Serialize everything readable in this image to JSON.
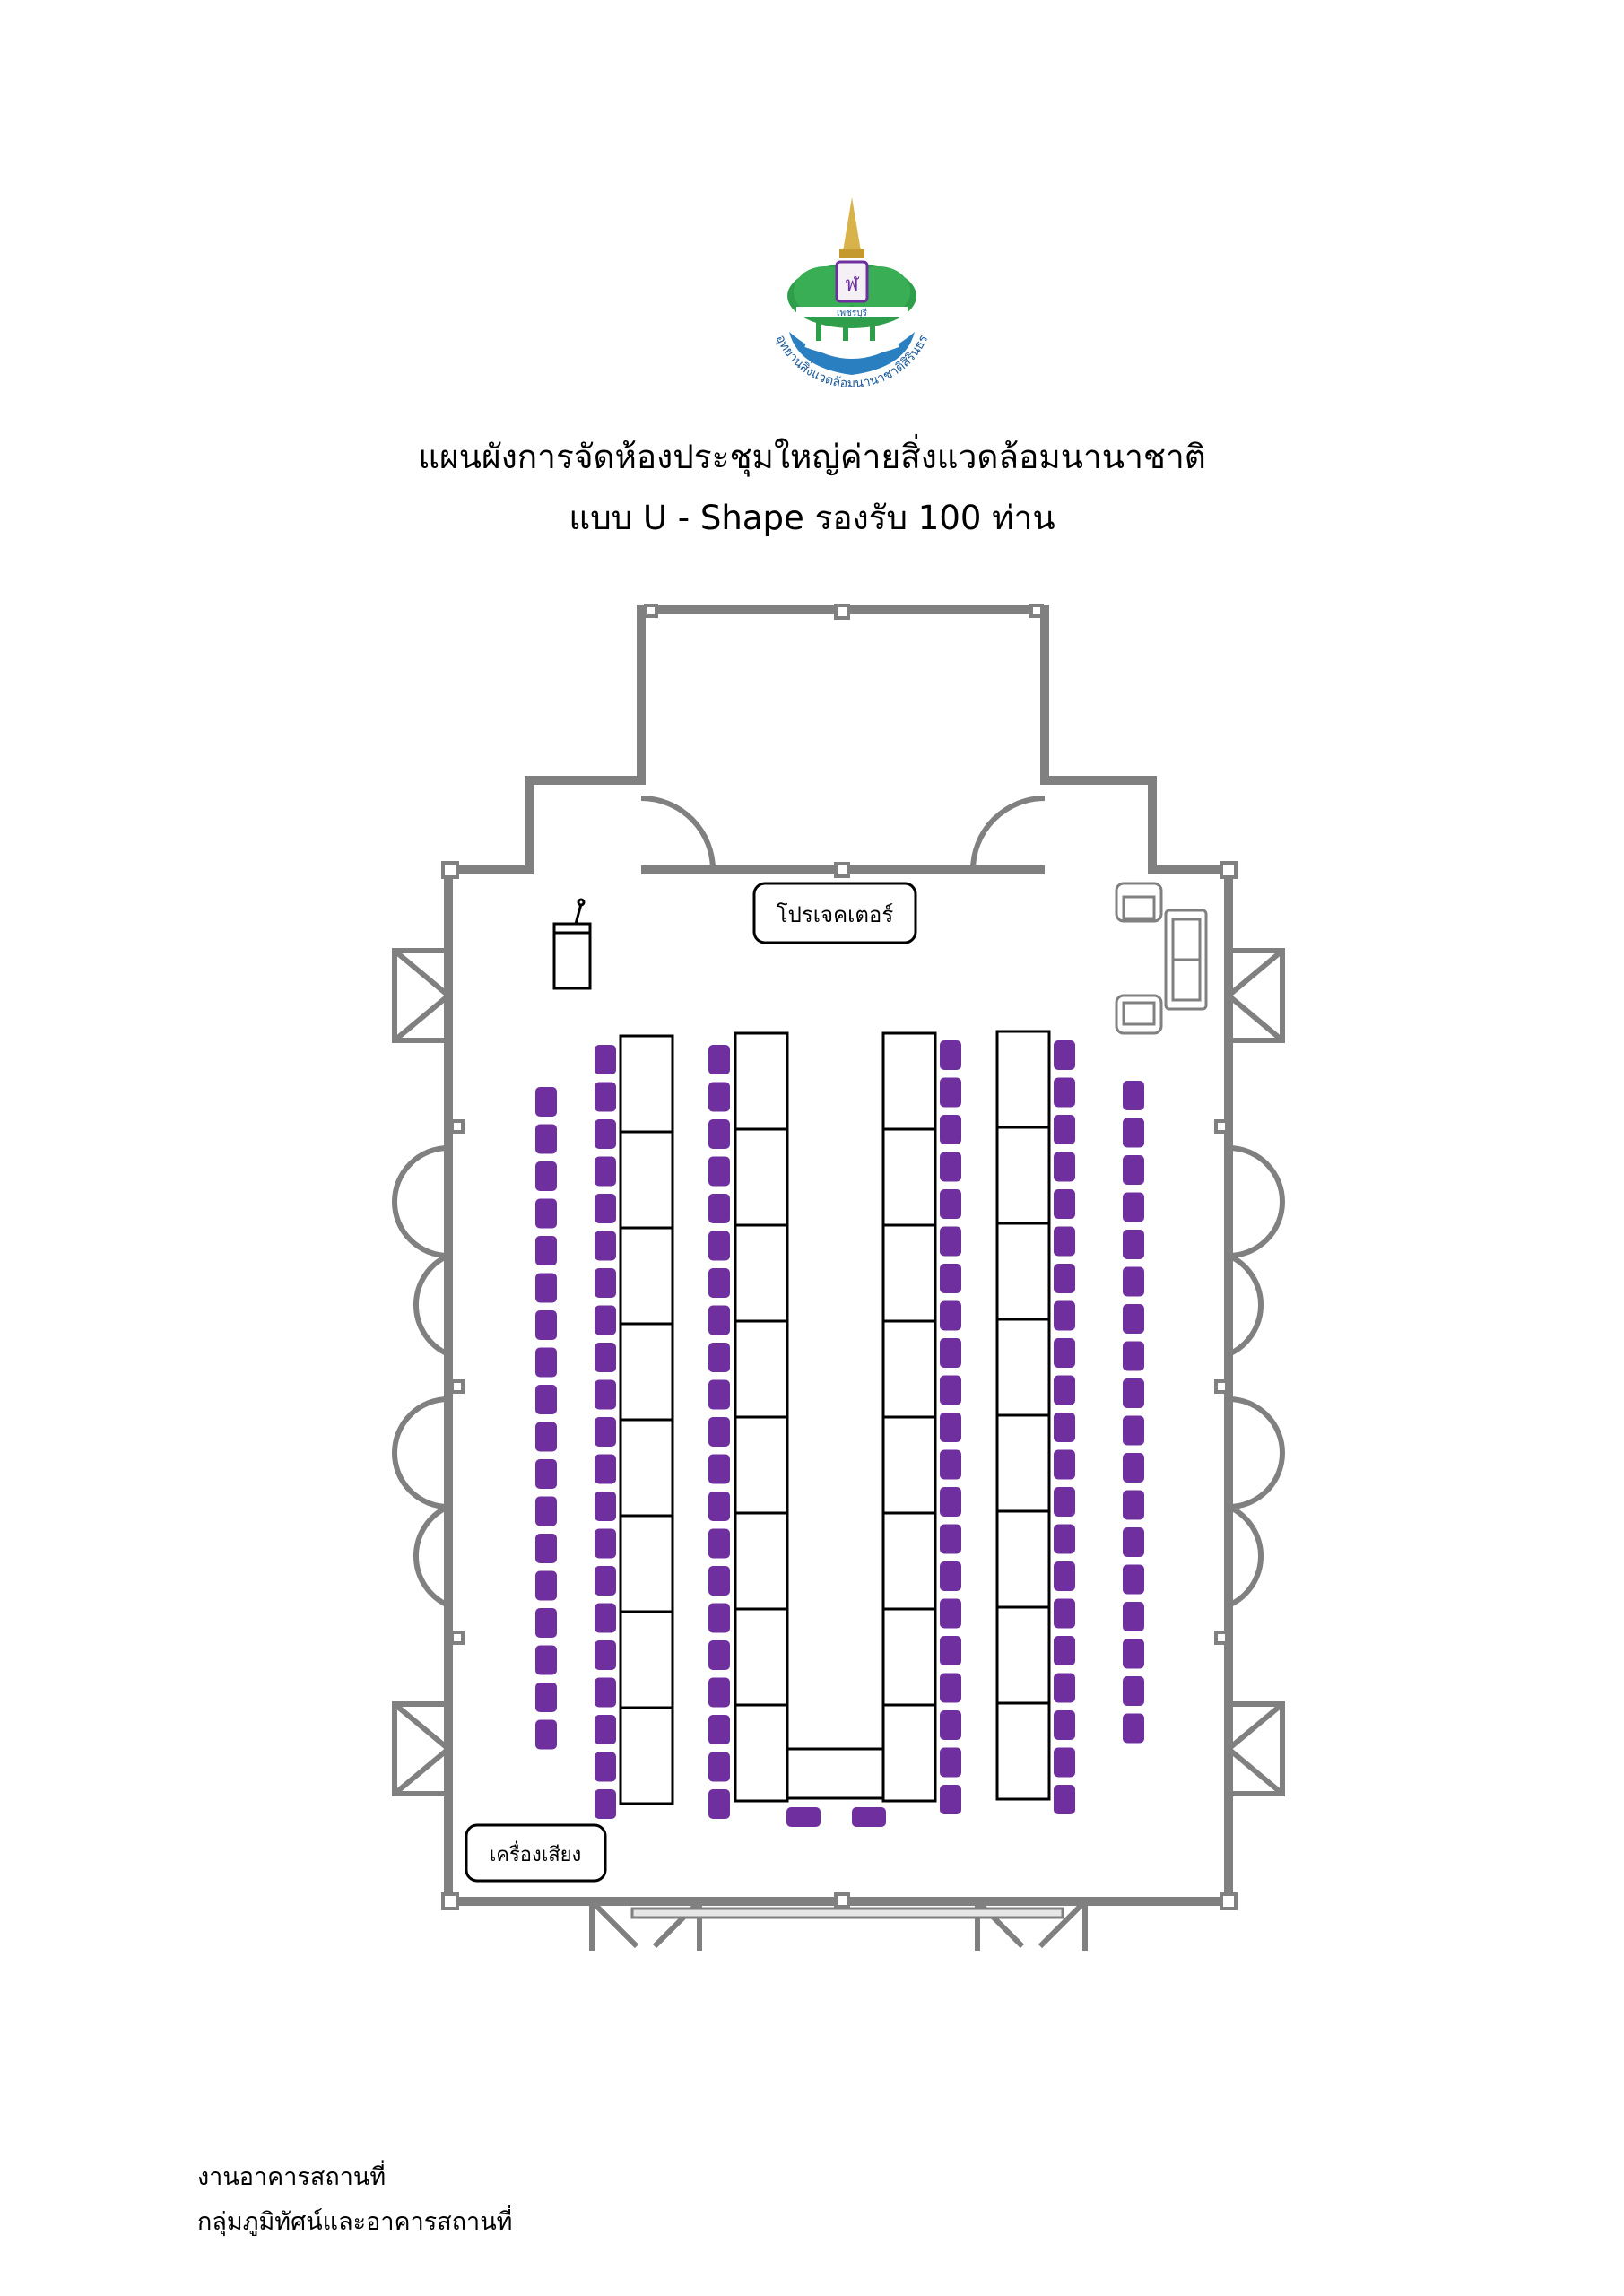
{
  "header": {
    "title": "แผนผังการจัดห้องประชุมใหญ่ค่ายสิ่งแวดล้อมนานาชาติ",
    "subtitle": "แบบ U - Shape รองรับ 100 ท่าน"
  },
  "logo": {
    "ring_text": "อุทยานสิ่งแวดล้อมนานาชาติสิรินธร",
    "band_text": "เพชรบุรี"
  },
  "labels": {
    "projector": "โปรเจคเตอร์",
    "sound": "เครื่องเสียง"
  },
  "footer": {
    "line1": "งานอาคารสถานที่",
    "line2": "กลุ่มภูมิทัศน์และอาคารสถานที่"
  },
  "colors": {
    "wall": "#808080",
    "chair": "#6f2f9f",
    "table_stroke": "#000000",
    "logo_green": "#2e9e4a",
    "logo_blue": "#2a7fc1",
    "logo_gold": "#d8b34a"
  },
  "icons": [
    "logo-emblem",
    "podium-icon",
    "armchair-icon",
    "sofa-icon"
  ]
}
